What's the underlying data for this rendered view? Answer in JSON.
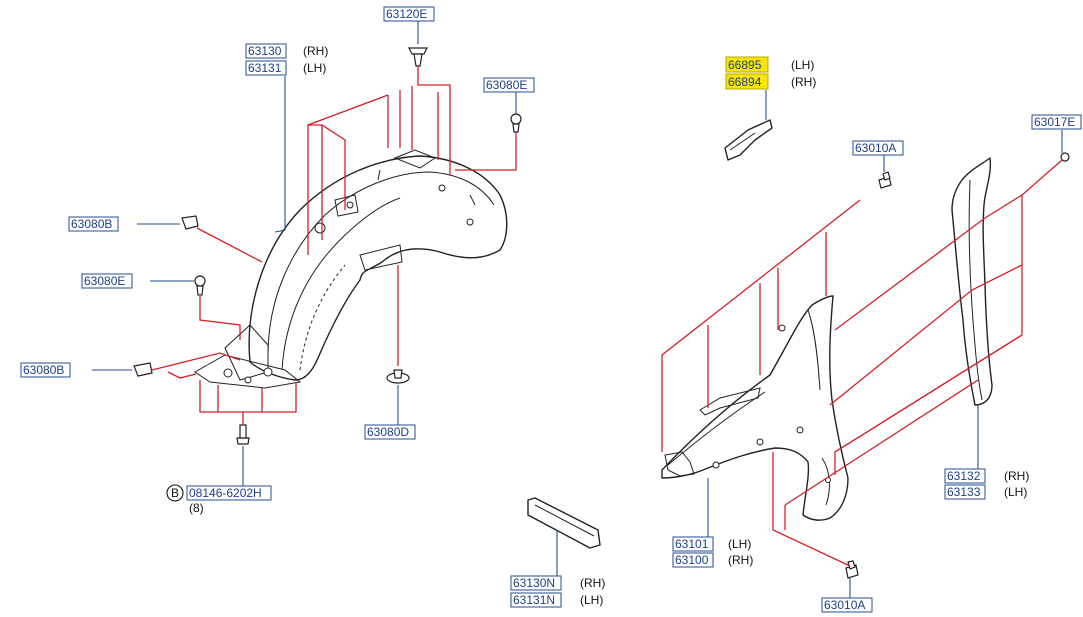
{
  "callouts": {
    "c63120E": {
      "code": "63120E",
      "side": ""
    },
    "c63130": {
      "code": "63130",
      "side": "(RH)"
    },
    "c63131": {
      "code": "63131",
      "side": "(LH)"
    },
    "c63080E_top": {
      "code": "63080E",
      "side": ""
    },
    "c63080B_upper": {
      "code": "63080B",
      "side": ""
    },
    "c63080E_mid": {
      "code": "63080E",
      "side": ""
    },
    "c63080B_lower": {
      "code": "63080B",
      "side": ""
    },
    "c63080D": {
      "code": "63080D",
      "side": ""
    },
    "c08146": {
      "code": "08146-6202H",
      "side": "",
      "prefix": "B",
      "qty": "(8)"
    },
    "c66895": {
      "code": "66895",
      "side": "(LH)",
      "highlight": true
    },
    "c66894": {
      "code": "66894",
      "side": "(RH)",
      "highlight": true
    },
    "c63010A_top": {
      "code": "63010A",
      "side": ""
    },
    "c63017E": {
      "code": "63017E",
      "side": ""
    },
    "c63132": {
      "code": "63132",
      "side": "(RH)"
    },
    "c63133": {
      "code": "63133",
      "side": "(LH)"
    },
    "c63101": {
      "code": "63101",
      "side": "(LH)"
    },
    "c63100": {
      "code": "63100",
      "side": "(RH)"
    },
    "c63130N": {
      "code": "63130N",
      "side": "(RH)"
    },
    "c63131N": {
      "code": "63131N",
      "side": "(LH)"
    },
    "c63010A_bottom": {
      "code": "63010A",
      "side": ""
    }
  },
  "colors": {
    "code_text": "#1f3f86",
    "code_border": "#2a4d8f",
    "highlight": "#f7e600",
    "leader_red": "#d4202b",
    "part_outline": "#222222"
  }
}
